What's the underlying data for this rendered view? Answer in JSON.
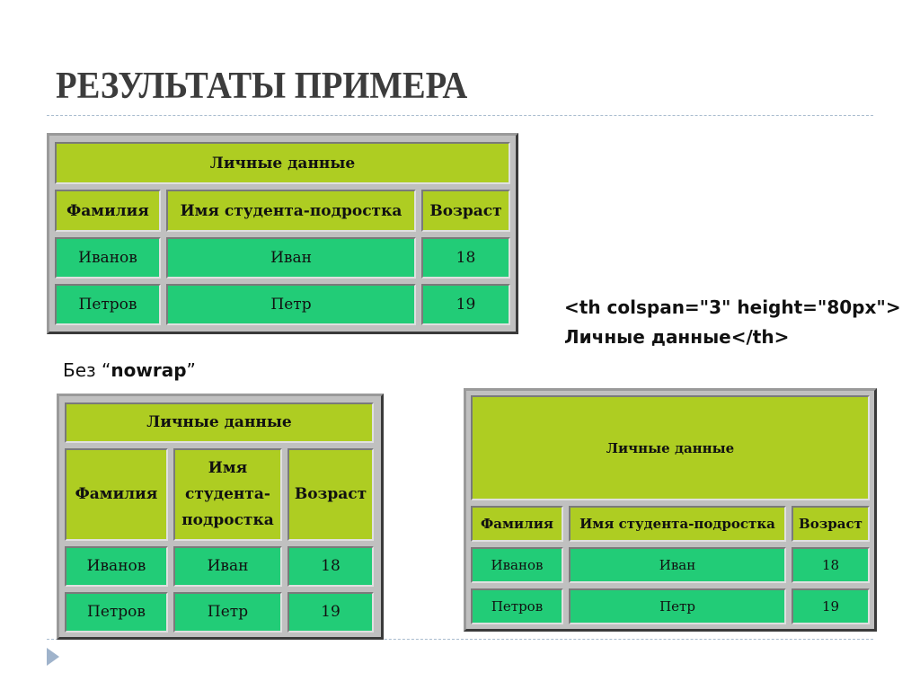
{
  "slide": {
    "title": "РЕЗУЛЬТАТЫ ПРИМЕРА",
    "note_prefix": "Без “",
    "note_keyword": "nowrap",
    "note_suffix": "”",
    "code_snippet": "<th colspan=\"3\" height=\"80px\"> Личные данные</th>"
  },
  "tables": [
    {
      "caption": "Личные данные",
      "headers": [
        "Фамилия",
        "Имя студента-подростка",
        "Возраст"
      ],
      "rows": [
        [
          "Иванов",
          "Иван",
          "18"
        ],
        [
          "Петров",
          "Петр",
          "19"
        ]
      ]
    },
    {
      "caption": "Личные данные",
      "headers": [
        "Фамилия",
        "Имя студента-подростка",
        "Возраст"
      ],
      "rows": [
        [
          "Иванов",
          "Иван",
          "18"
        ],
        [
          "Петров",
          "Петр",
          "19"
        ]
      ]
    },
    {
      "caption": "Личные данные",
      "headers": [
        "Фамилия",
        "Имя студента-подростка",
        "Возраст"
      ],
      "rows": [
        [
          "Иванов",
          "Иван",
          "18"
        ],
        [
          "Петров",
          "Петр",
          "19"
        ]
      ]
    }
  ],
  "colors": {
    "header": "#aecd22",
    "data": "#22cc77",
    "frame": "#c0c0c0"
  }
}
